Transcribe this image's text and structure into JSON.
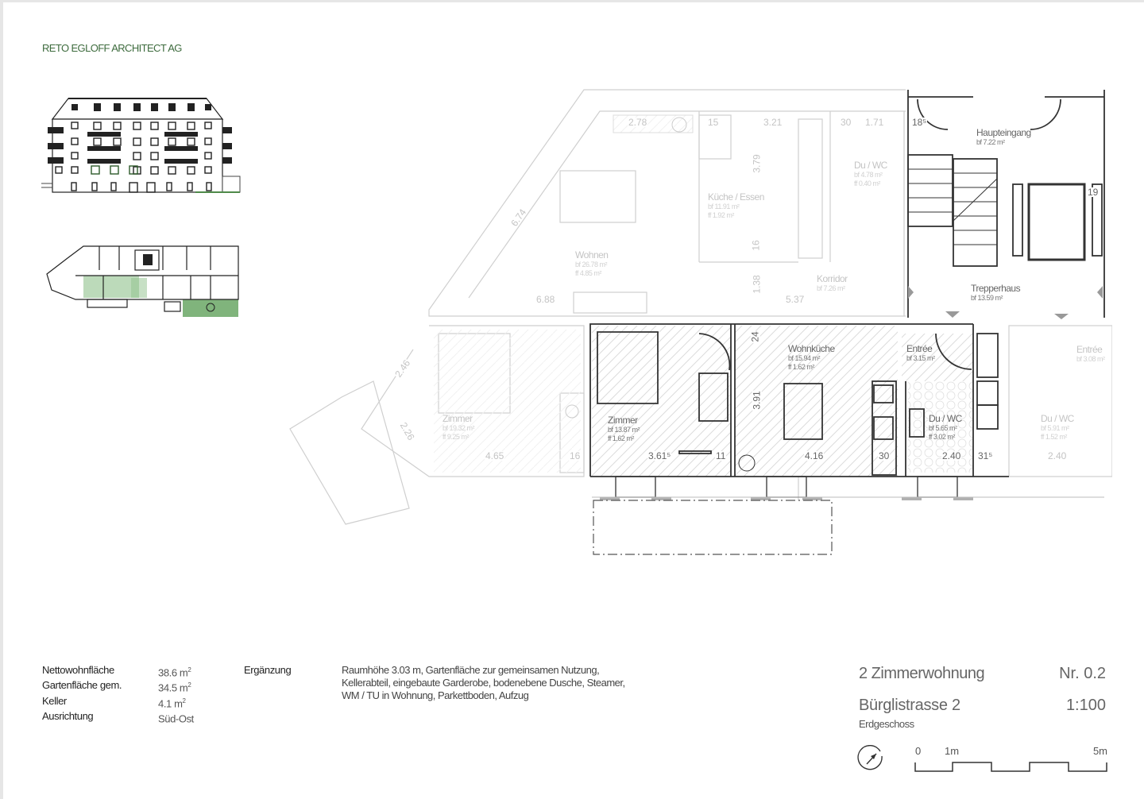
{
  "header": {
    "firm": "RETO EGLOFF ARCHITECT AG"
  },
  "colors": {
    "accent_green": "#8fc18c",
    "dark_green": "#4f8a4a",
    "firm_text": "#3d6b3d",
    "line_dark": "#333333",
    "line_faded": "#cfcfcf"
  },
  "plan": {
    "rooms_active": [
      {
        "name": "Zimmer",
        "bf": "bf 13.87 m²",
        "ff": "ff   1.62 m²"
      },
      {
        "name": "Wohnküche",
        "bf": "bf 15.94 m²",
        "ff": "ff   1.62 m²"
      },
      {
        "name": "Entrée",
        "bf": "bf 3.15 m²"
      },
      {
        "name": "Du / WC",
        "bf": "bf 5.65 m²",
        "ff": "ff  3.02 m²"
      },
      {
        "name": "Haupteingang",
        "bf": "bf 7.22 m²"
      },
      {
        "name": "Trepperhaus",
        "bf": "bf 13.59 m²"
      }
    ],
    "rooms_faded": [
      {
        "name": "Wohnen",
        "bf": "bf 26.78 m²",
        "ff": "ff   4.85 m²"
      },
      {
        "name": "Küche / Essen",
        "bf": "bf 11.91 m²",
        "ff": "ff   1.92 m²"
      },
      {
        "name": "Du / WC",
        "bf": "bf 4.78 m²",
        "ff": "ff  0.40 m²"
      },
      {
        "name": "Korridor",
        "bf": "bf 7.26 m²"
      },
      {
        "name": "Zimmer",
        "bf": "bf 19.32 m²",
        "ff": "ff   9.25 m²"
      },
      {
        "name": "Entrée",
        "bf": "bf 3.08 m²"
      },
      {
        "name": "Du / WC",
        "bf": "bf 5.91 m²",
        "ff": "ff  1.52 m²"
      }
    ],
    "dimensions_active": [
      "3.61⁵",
      "11",
      "4.16",
      "30",
      "2.40",
      "31⁵",
      "3.91",
      "24",
      "18⁵",
      "19"
    ],
    "dimensions_faded": [
      "2.78",
      "15",
      "3.21",
      "30",
      "1.71",
      "3.79",
      "16",
      "1.38",
      "5.37",
      "6.88",
      "6.74",
      "2.46",
      "2.26",
      "4.65",
      "16",
      "2.40"
    ]
  },
  "facts": [
    {
      "label": "Nettowohnfläche",
      "value": "38.6 m",
      "sup": "2"
    },
    {
      "label": "Gartenfläche gem.",
      "value": "34.5 m",
      "sup": "2"
    },
    {
      "label": "Keller",
      "value": "4.1 m",
      "sup": "2"
    },
    {
      "label": "Ausrichtung",
      "value": "Süd-Ost",
      "sup": ""
    }
  ],
  "ergaenzung": {
    "label": "Ergänzung",
    "text": "Raumhöhe 3.03 m, Gartenfläche zur gemeinsamen Nutzung, Kellerabteil, eingebaute Garderobe, bodenebene Dusche, Steamer, WM / TU in Wohnung, Parkettboden, Aufzug"
  },
  "titleblock": {
    "unit_type": "2 Zimmerwohnung",
    "unit_number": "Nr. 0.2",
    "address": "Bürglistrasse 2",
    "scale": "1:100",
    "floor": "Erdgeschoss",
    "scalebar": {
      "zero": "0",
      "one": "1m",
      "five": "5m"
    },
    "compass_icon": "north-arrow-icon"
  }
}
